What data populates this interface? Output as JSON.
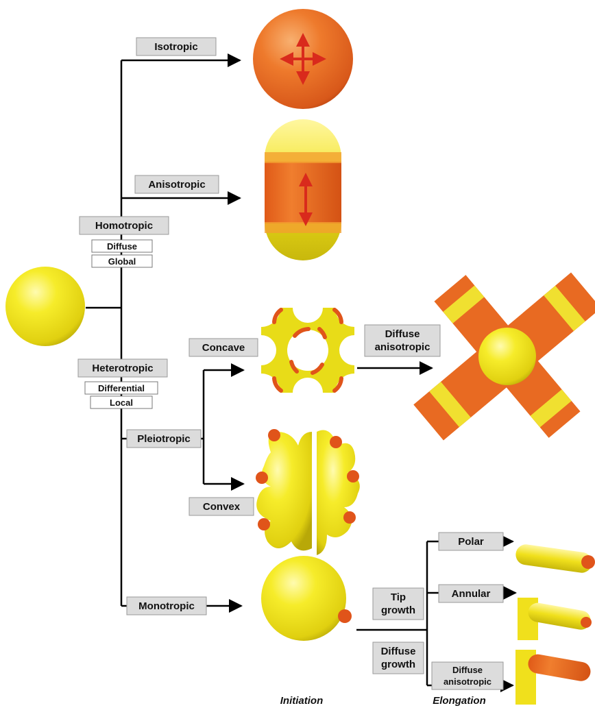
{
  "labels": {
    "isotropic": "Isotropic",
    "anisotropic": "Anisotropic",
    "homotropic": "Homotropic",
    "diffuse": "Diffuse",
    "global": "Global",
    "heterotropic": "Heterotropic",
    "differential": "Differential",
    "local": "Local",
    "concave": "Concave",
    "diffuse_anisotropic_line1": "Diffuse",
    "diffuse_anisotropic_line2": "anisotropic",
    "pleiotropic": "Pleiotropic",
    "convex": "Convex",
    "monotropic": "Monotropic",
    "polar": "Polar",
    "tip_growth_line1": "Tip",
    "tip_growth_line2": "growth",
    "annular": "Annular",
    "diffuse_growth_line1": "Diffuse",
    "diffuse_growth_line2": "growth",
    "small_diffuse_line1": "Diffuse",
    "small_diffuse_line2": "anisotropic",
    "initiation": "Initiation",
    "elongation": "Elongation"
  },
  "colors": {
    "yellow": "#f2e41a",
    "orange": "#e8631c",
    "red": "#d92a1c",
    "label_bg": "#dcdcdc",
    "line": "#000000"
  }
}
